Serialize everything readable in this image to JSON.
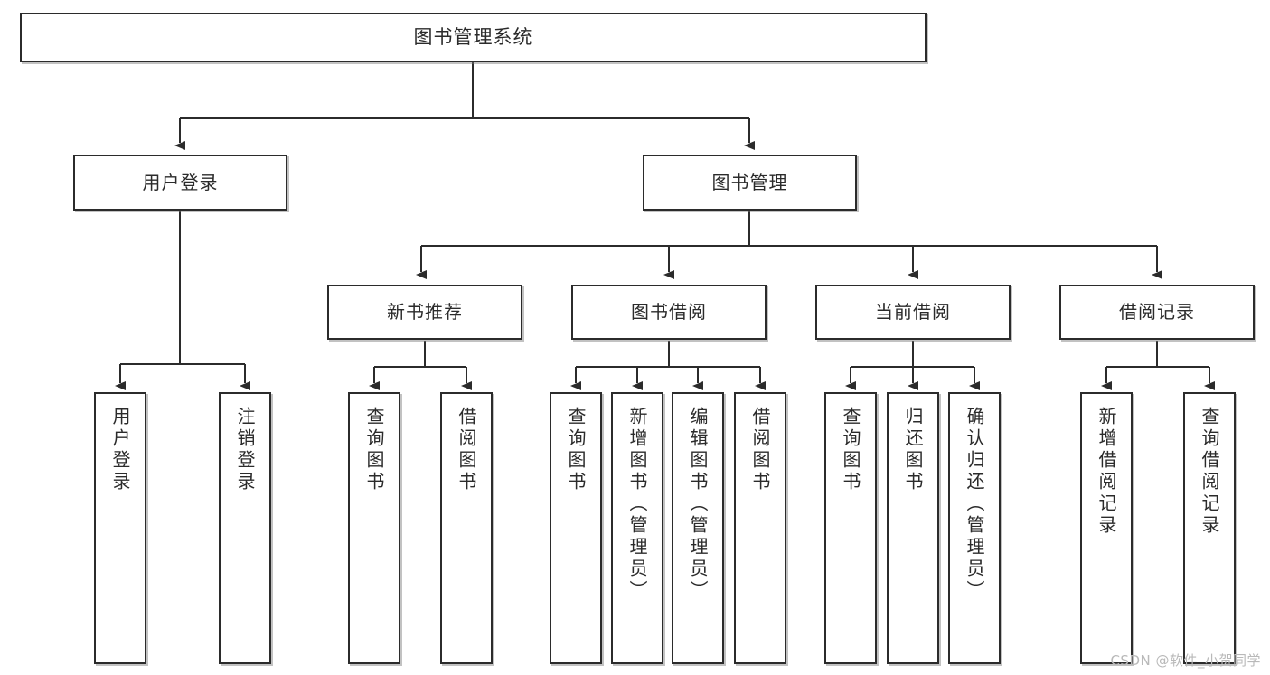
{
  "diagram": {
    "title": "图书管理系统",
    "type": "tree",
    "colors": {
      "stroke": "#2b2b2b",
      "fill": "#ffffff",
      "background": "#ffffff",
      "watermark": "#b9b9b9"
    },
    "root": {
      "label": "图书管理系统"
    },
    "level1": [
      {
        "label": "用户登录"
      },
      {
        "label": "图书管理"
      }
    ],
    "level2": [
      {
        "label": "新书推荐"
      },
      {
        "label": "图书借阅"
      },
      {
        "label": "当前借阅"
      },
      {
        "label": "借阅记录"
      }
    ],
    "leaves": {
      "user_login": [
        {
          "label": "用户登录"
        },
        {
          "label": "注销登录"
        }
      ],
      "new_book": [
        {
          "label": "查询图书"
        },
        {
          "label": "借阅图书"
        }
      ],
      "book_borrow": [
        {
          "label": "查询图书"
        },
        {
          "label": "新增图书（管理员）"
        },
        {
          "label": "编辑图书（管理员）"
        },
        {
          "label": "借阅图书"
        }
      ],
      "current_borrow": [
        {
          "label": "查询图书"
        },
        {
          "label": "归还图书"
        },
        {
          "label": "确认归还（管理员）"
        }
      ],
      "borrow_record": [
        {
          "label": "新增借阅记录"
        },
        {
          "label": "查询借阅记录"
        }
      ]
    }
  },
  "watermark": {
    "text": "CSDN @软件_小贺同学"
  }
}
